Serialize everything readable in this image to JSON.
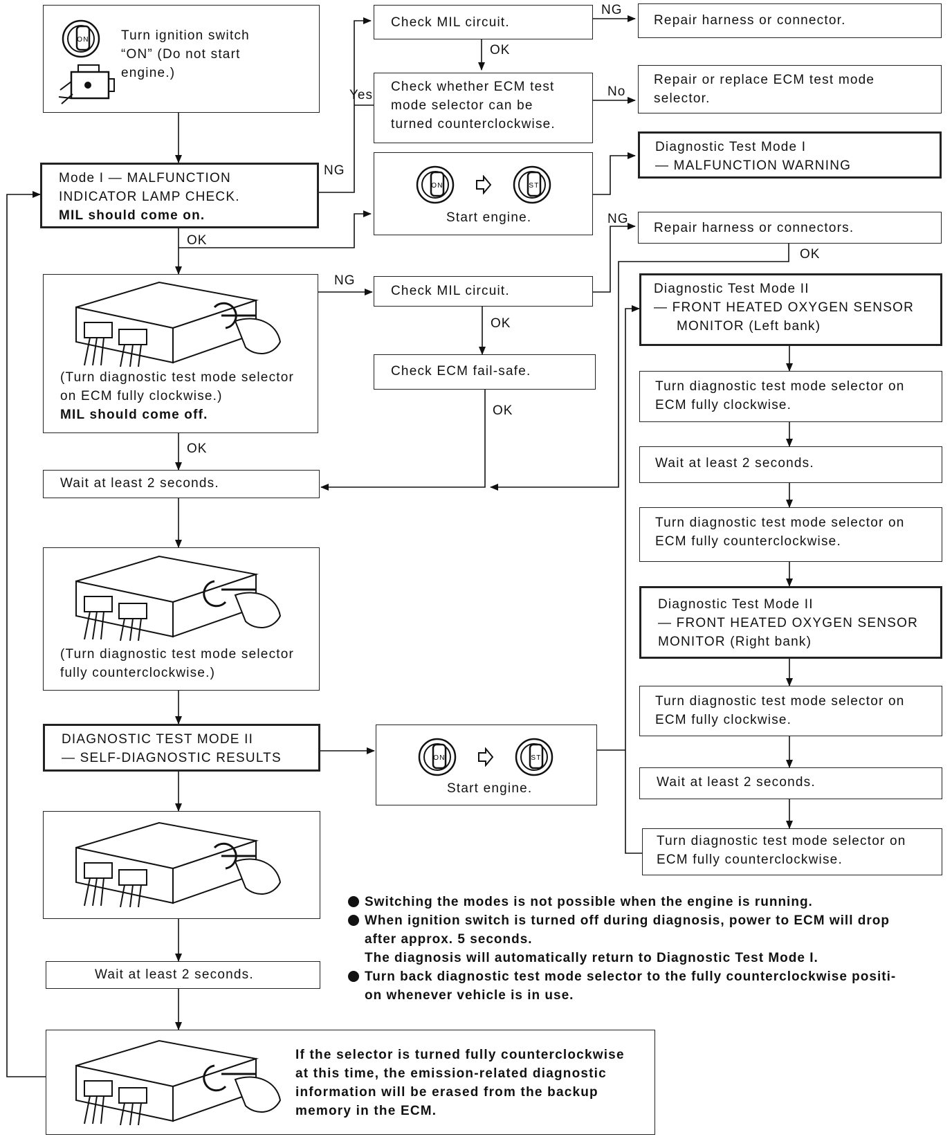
{
  "boxes": {
    "ignition": [
      "Turn ignition switch",
      "“ON” (Do not start",
      "engine.)"
    ],
    "mode1_check": {
      "lines": [
        "Mode I — MALFUNCTION",
        "INDICATOR LAMP CHECK."
      ],
      "bold": "MIL should come on."
    },
    "check_mil_1": "Check MIL circuit.",
    "repair_harness_1": "Repair harness or connector.",
    "check_selector": [
      "Check whether ECM test",
      "mode selector can be",
      "turned counterclockwise."
    ],
    "repair_selector": [
      "Repair or replace ECM test mode",
      "selector."
    ],
    "start_engine_1": "Start engine.",
    "dtm1_warning": [
      "Diagnostic Test Mode I",
      "— MALFUNCTION WARNING"
    ],
    "repair_harness_2": "Repair harness or connectors.",
    "selector_cw": {
      "lines": [
        "(Turn diagnostic test mode selector",
        "on ECM fully clockwise.)"
      ],
      "bold": "MIL should come off."
    },
    "check_mil_2": "Check MIL circuit.",
    "check_failsafe": "Check ECM fail-safe.",
    "dtm2_left": [
      "Diagnostic Test Mode II",
      "— FRONT HEATED OXYGEN SENSOR",
      "MONITOR (Left bank)"
    ],
    "turn_cw_1": [
      "Turn diagnostic test mode selector on",
      "ECM fully clockwise."
    ],
    "wait_1": "Wait at least 2 seconds.",
    "wait_2": "Wait at least 2 seconds.",
    "turn_ccw_1": [
      "Turn diagnostic test mode selector on",
      "ECM fully counterclockwise."
    ],
    "selector_ccw": [
      "(Turn diagnostic test mode selector",
      "fully counterclockwise.)"
    ],
    "dtm2_right": [
      "Diagnostic Test Mode II",
      "— FRONT HEATED OXYGEN SENSOR",
      "MONITOR (Right bank)"
    ],
    "dtm2_self": [
      "DIAGNOSTIC TEST MODE II",
      "— SELF-DIAGNOSTIC RESULTS"
    ],
    "start_engine_2": "Start engine.",
    "turn_cw_2": [
      "Turn diagnostic test mode selector on",
      "ECM fully clockwise."
    ],
    "wait_3": "Wait at least 2 seconds.",
    "wait_4": "Wait at least 2 seconds.",
    "turn_ccw_2": [
      "Turn diagnostic test mode selector on",
      "ECM fully counterclockwise."
    ],
    "erase_warning": [
      "If the selector is turned fully counterclockwise",
      "at this time, the emission-related diagnostic",
      "information will be erased from the backup",
      "memory in the ECM."
    ]
  },
  "icons": {
    "key_on": "ON",
    "key_start": "ST"
  },
  "labels": {
    "ng1": "NG",
    "ok1": "OK",
    "yes": "Yes",
    "no": "No",
    "ng2": "NG",
    "ok2": "OK",
    "ng3": "NG",
    "ng4": "NG",
    "ok3": "OK",
    "ok4": "OK",
    "ok5": "OK",
    "ok6": "OK"
  },
  "notes": [
    [
      "Switching the modes is not possible when the engine is running."
    ],
    [
      "When ignition switch is turned off during diagnosis, power to ECM will drop",
      "after approx. 5 seconds.",
      "The diagnosis will automatically return to Diagnostic Test Mode I."
    ],
    [
      "Turn back diagnostic test mode selector to the fully counterclockwise positi-",
      "on whenever vehicle is in use."
    ]
  ]
}
